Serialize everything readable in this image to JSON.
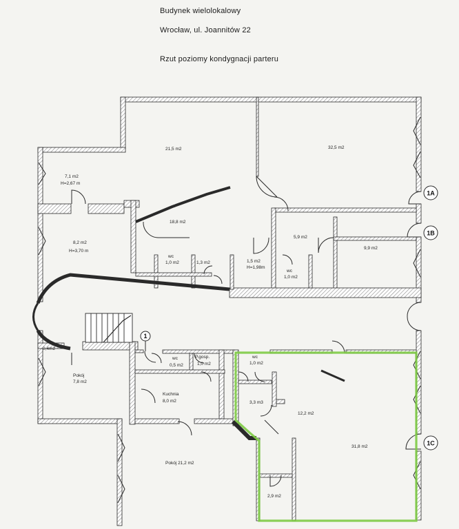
{
  "header": {
    "line1": "Budynek wielolokalowy",
    "line2": "Wrocław, ul. Joannitów 22",
    "line3": "Rzut poziomy kondygnacji parteru"
  },
  "colors": {
    "wall": "#2a2a2a",
    "hatch": "#8a8a8a",
    "highlight": "#7ecb45",
    "background": "#f4f4f1"
  },
  "rooms": {
    "r21_5": "21,5 m2",
    "r32_5": "32,5 m2",
    "r7_1": "7,1 m2",
    "r7_1_h": "H=2,67 m",
    "r18_8": "18,8 m2",
    "r5_9": "5,9 m2",
    "r9_9": "9,9 m2",
    "r8_2": "8,2 m2",
    "r8_2_h": "H=3,70 m",
    "wc_a": "wc",
    "r1_0a": "1,0 m2",
    "r1_3": "1,3 m2",
    "r1_5": "1,5 m2",
    "r1_5_h": "H=1,98m",
    "wc_b": "wc",
    "r1_0b": "1,0 m2",
    "r0_4": "0,4m2",
    "pokoj_a": "Pokój",
    "r7_8": "7,8 m2",
    "wc_c": "wc",
    "r0_5": "0,5 m2",
    "pgosp": "P.gosp.",
    "r1_0c": "1,0 m2",
    "kuchnia": "Kuchnia",
    "r8_0": "8,0 m2",
    "wc_d": "wc",
    "r1_0d": "1,0 m2",
    "r3_3": "3,3 m3",
    "r12_2": "12,2 m2",
    "r31_8": "31,8 m2",
    "pokoj_b": "Pokój  21,2 m2",
    "r2_9": "2,9 m2"
  },
  "markers": {
    "m1A": "1A",
    "m1B": "1B",
    "m1C": "1C",
    "m1": "1"
  }
}
